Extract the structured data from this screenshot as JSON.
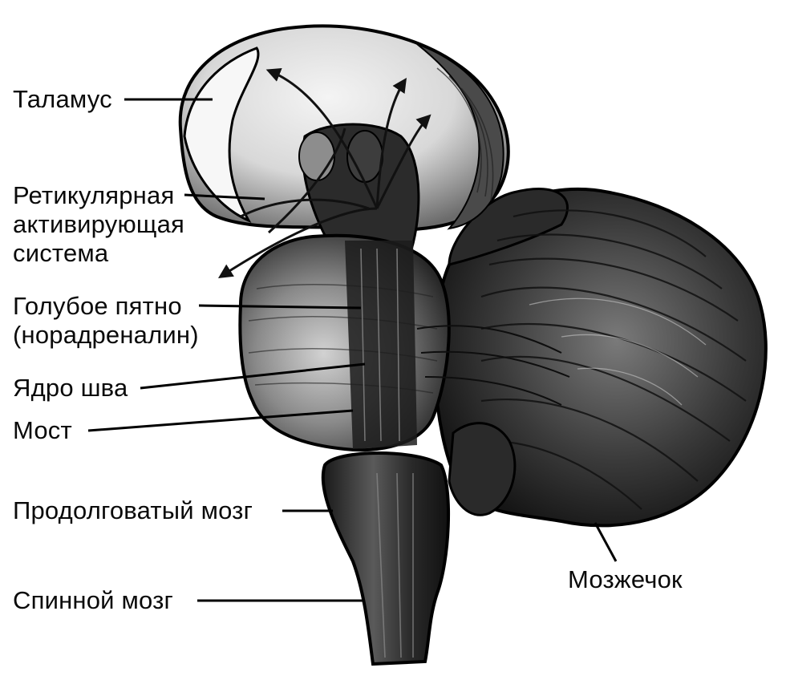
{
  "labels": {
    "thalamus": "Таламус",
    "reticular": "Ретикулярная\nактивирующая\nсистема",
    "locus": "Голубое пятно\n(норадреналин)",
    "raphe": "Ядро шва",
    "pons": "Мост",
    "medulla": "Продолговатый мозг",
    "spinal": "Спинной мозг",
    "cerebellum": "Мозжечок"
  }
}
